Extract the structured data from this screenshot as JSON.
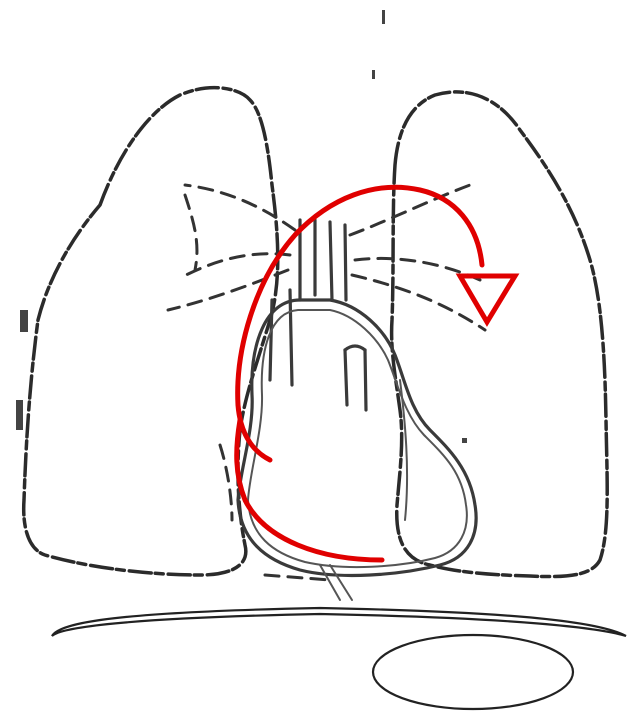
{
  "diagram": {
    "subject": "heart-and-lungs-outline",
    "colors": {
      "line": "#2b2b2b",
      "arrow": "#e00000",
      "background": "#ffffff"
    },
    "arrow": {
      "direction": "clockwise",
      "head": "open-triangle-pointing-down"
    }
  }
}
